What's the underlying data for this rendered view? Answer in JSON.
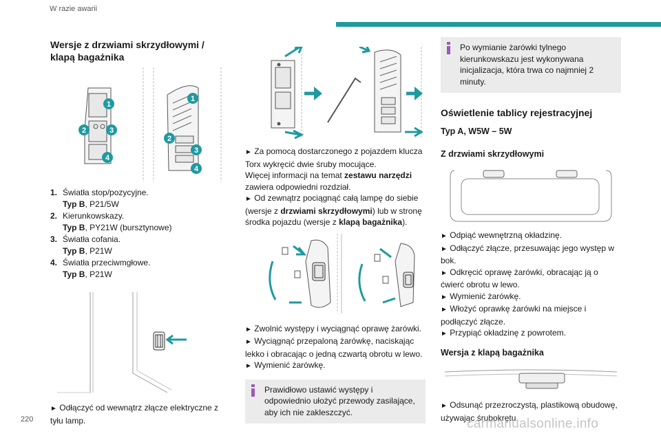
{
  "header": {
    "section": "W razie awarii"
  },
  "footer": {
    "page_number": "220",
    "watermark": "carmanualsonline.info"
  },
  "colors": {
    "accent": "#1f9aa0",
    "note_icon": "#9b5ab8",
    "note_bg": "#ebebeb"
  },
  "col1": {
    "title": "Wersje z drzwiami skrzydłowymi / klapą bagażnika",
    "callouts": [
      "1",
      "2",
      "3",
      "4"
    ],
    "items": [
      {
        "num": "1.",
        "text": "Światła stop/pozycyjne.",
        "type_label": "Typ B",
        "type_value": ", P21/5W"
      },
      {
        "num": "2.",
        "text": "Kierunkowskazy.",
        "type_label": "Typ B",
        "type_value": ", PY21W (bursztynowe)"
      },
      {
        "num": "3.",
        "text": "Światła cofania.",
        "type_label": "Typ B",
        "type_value": ", P21W"
      },
      {
        "num": "4.",
        "text": "Światła przeciwmgłowe.",
        "type_label": "Typ B",
        "type_value": ", P21W"
      }
    ],
    "step": {
      "arrow": "►",
      "text": "Odłączyć od wewnątrz złącze elektryczne z tyłu lamp."
    }
  },
  "col2": {
    "p1_a": "Za pomocą dostarczonego z pojazdem klucza Torx wykręcić dwie śruby mocujące.",
    "p1_b": "Więcej informacji na temat ",
    "p1_b_bold": "zestawu narzędzi",
    "p1_b_end": " zawiera odpowiedni rozdział.",
    "p2_a": "Od zewnątrz pociągnąć całą lampę do siebie (wersje z ",
    "p2_bold1": "drzwiami skrzydłowymi",
    "p2_b": ") lub w stronę środka pojazdu (wersje z ",
    "p2_bold2": "klapą bagażnika",
    "p2_c": ").",
    "steps": [
      "Zwolnić występy i wyciągnąć oprawę żarówki.",
      "Wyciągnąć przepaloną żarówkę, naciskając lekko i obracając o jedną czwartą obrotu w lewo.",
      "Wymienić żarówkę."
    ],
    "note": "Prawidłowo ustawić występy i odpowiednio ułożyć przewody zasilające, aby ich nie zakleszczyć.",
    "arrow": "►"
  },
  "col3": {
    "note": "Po wymianie żarówki tylnego kierunkowskazu jest wykonywana inicjalizacja, która trwa co najmniej 2 minuty.",
    "title": "Oświetlenie tablicy rejestracyjnej",
    "type_line": "Typ A, W5W – 5W",
    "sub1": "Z drzwiami skrzydłowymi",
    "steps": [
      "Odpiąć wewnętrzną okładzinę.",
      "Odłączyć złącze, przesuwając jego występ w bok.",
      "Odkręcić oprawę żarówki, obracając ją o ćwierć obrotu w lewo.",
      "Wymienić żarówkę.",
      "Włożyć oprawkę żarówki na miejsce i podłączyć złącze.",
      "Przypiąć okładzinę z powrotem."
    ],
    "sub2": "Wersja z klapą bagażnika",
    "step_last": "Odsunąć przezroczystą, plastikową obudowę, używając śrubokrętu.",
    "arrow": "►"
  }
}
